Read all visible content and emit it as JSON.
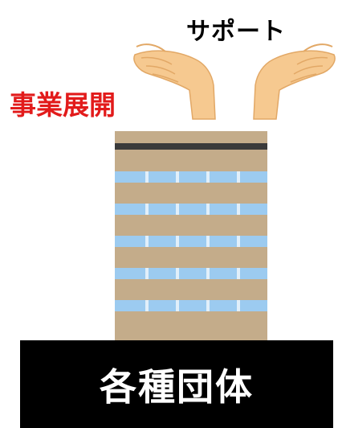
{
  "labels": {
    "support": "サポート",
    "business_development": "事業展開",
    "organizations": "各種団体"
  },
  "colors": {
    "support_text": "#000000",
    "business_text": "#e21b1b",
    "base_fill": "#000000",
    "base_text": "#ffffff",
    "building_wall": "#c4ac8a",
    "building_window": "#9ccbf0",
    "roof_stripe": "#3a3a3a",
    "hand_skin": "#f6c990"
  },
  "icons": {
    "hands": "open-hands-icon",
    "building": "office-building-icon"
  }
}
